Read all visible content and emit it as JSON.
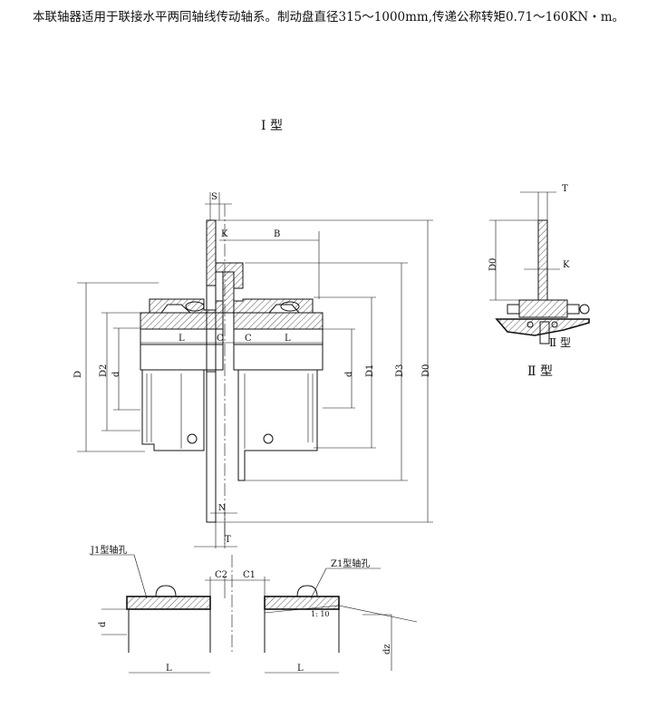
{
  "intro": {
    "text": "本联轴器适用于联接水平两同轴线传动轴系。制动盘直径315～1000mm,传递公称转矩0.71～160KN・m。"
  },
  "type1": {
    "title": "I 型",
    "dims": {
      "S": "S",
      "K": "K",
      "B": "B",
      "L_left": "L",
      "C_left": "C",
      "C_right": "C",
      "L_right": "L",
      "D": "D",
      "D2": "D2",
      "d": "d",
      "d_right": "d",
      "D1": "D1",
      "D3": "D3",
      "D0": "D0",
      "N": "N",
      "T": "T"
    }
  },
  "type2": {
    "title": "Ⅱ 型",
    "dims": {
      "T": "T",
      "D0": "D0",
      "K": "K",
      "part_label": "Ⅱ 型"
    }
  },
  "bores": {
    "j1_label": "J1型轴孔",
    "z1_label": "Z1型轴孔",
    "C2": "C2",
    "C1": "C1",
    "d": "d",
    "dz": "dz",
    "taper": "1: 10",
    "L_left": "L",
    "L_right": "L"
  }
}
